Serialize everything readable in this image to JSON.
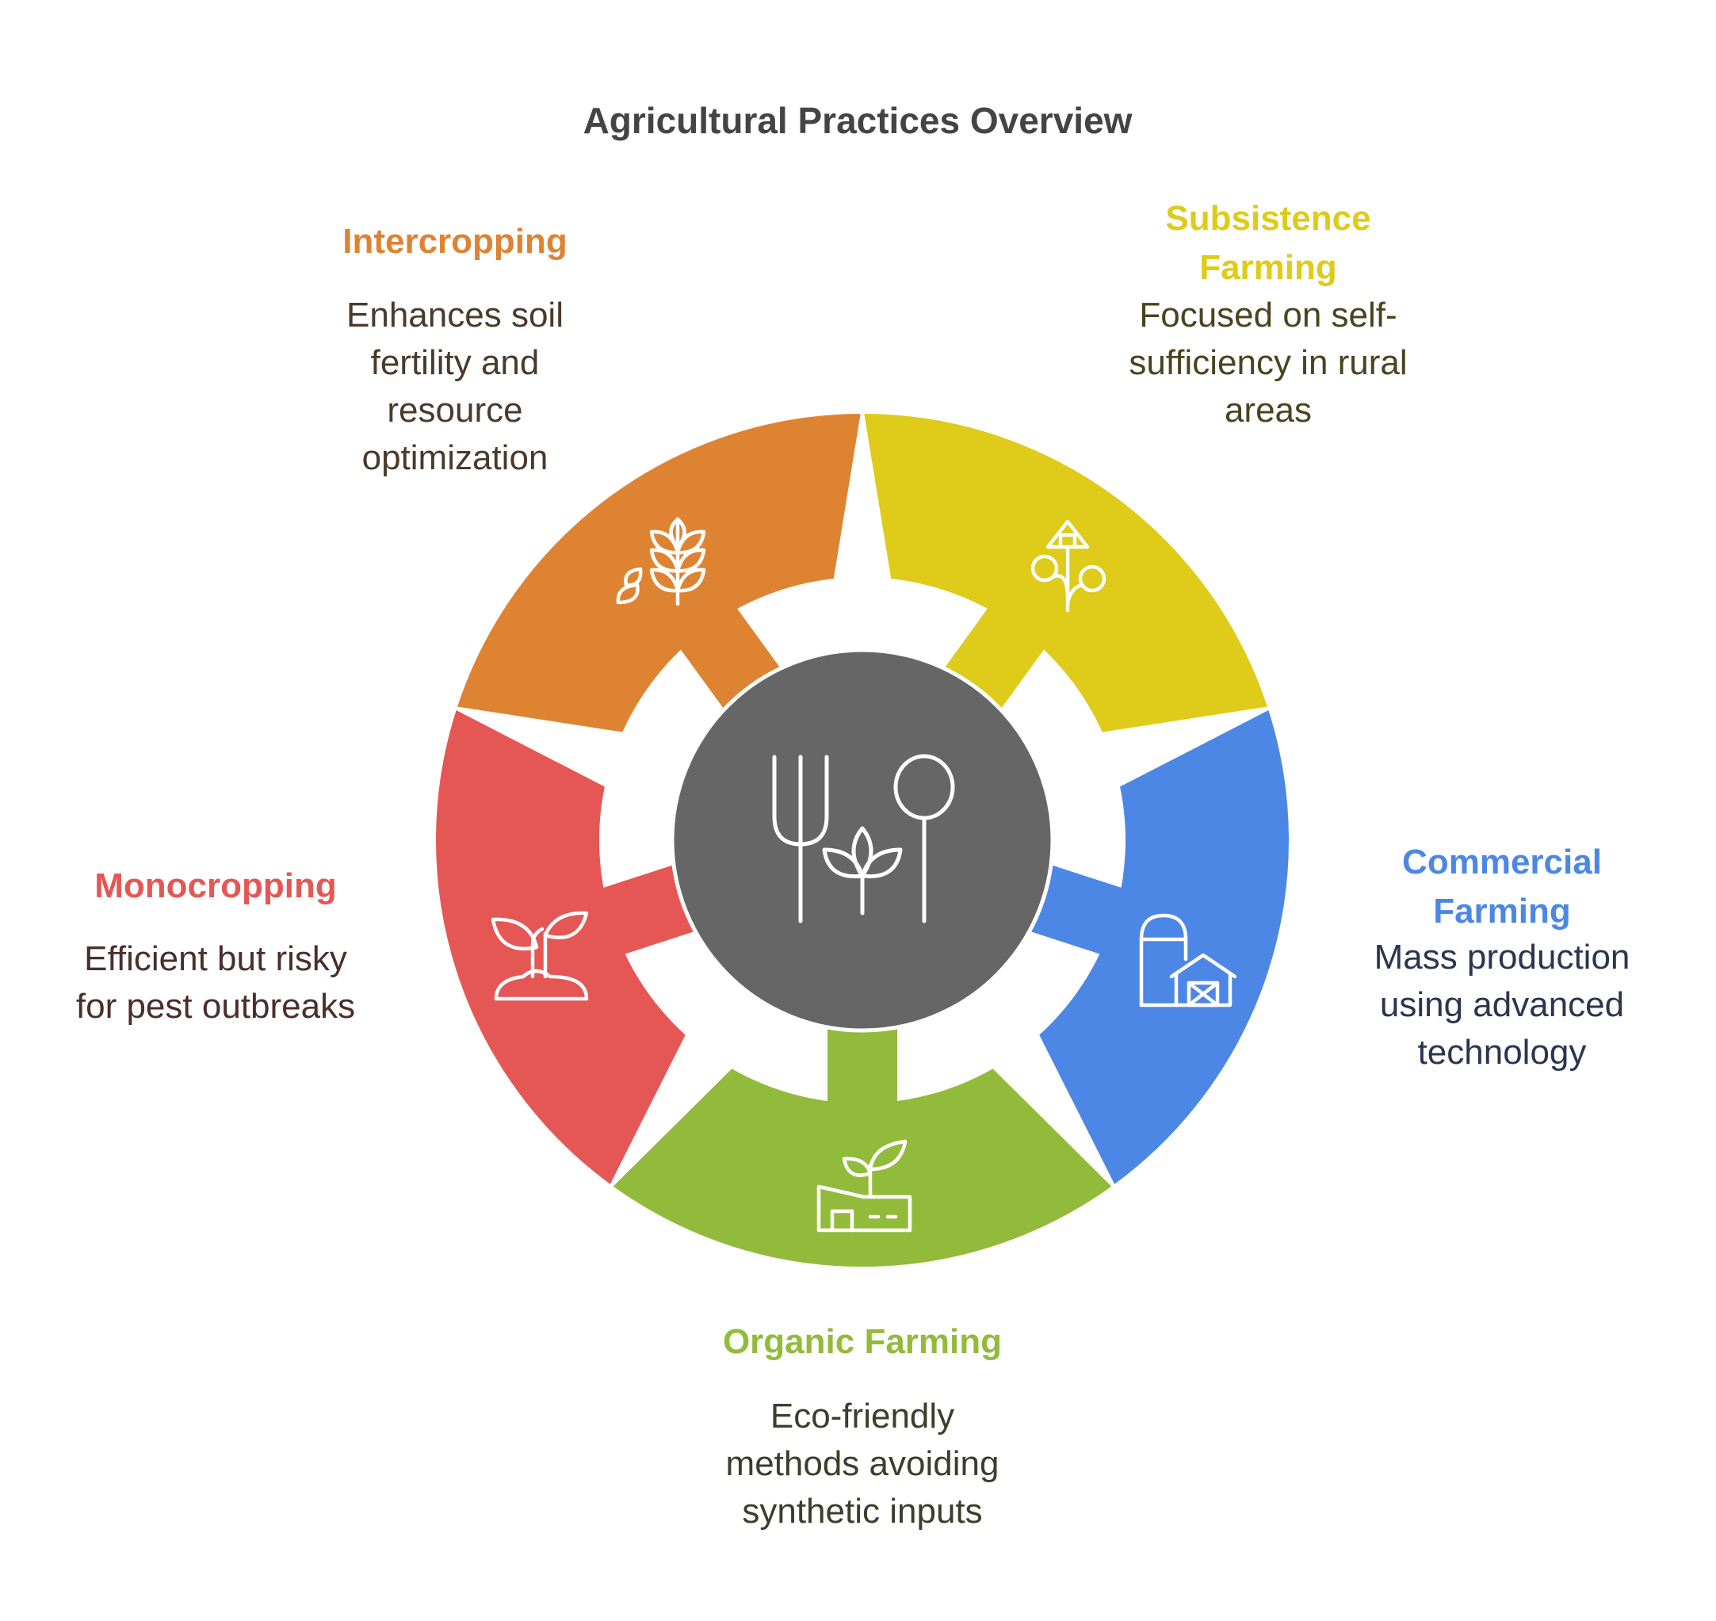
{
  "title": "Agricultural Practices Overview",
  "center": {
    "icon": "fork-spoon-sprout-icon"
  },
  "segments": [
    {
      "id": "subsistence",
      "heading": [
        "Subsistence",
        "Farming"
      ],
      "description": [
        "Focused on self-",
        "sufficiency in rural",
        "areas"
      ],
      "color": "#DECB1A",
      "desc_color": "#4A4320",
      "icon": "house-on-plant-icon"
    },
    {
      "id": "commercial",
      "heading": [
        "Commercial",
        "Farming"
      ],
      "description": [
        "Mass production",
        "using advanced",
        "technology"
      ],
      "color": "#4D87E5",
      "desc_color": "#2B3550",
      "icon": "silo-barn-icon"
    },
    {
      "id": "organic",
      "heading": [
        "Organic Farming"
      ],
      "description": [
        "Eco-friendly",
        "methods avoiding",
        "synthetic inputs"
      ],
      "color": "#92BB3B",
      "desc_color": "#3A3F2C",
      "icon": "sprout-farmhouse-icon"
    },
    {
      "id": "monocropping",
      "heading": [
        "Monocropping"
      ],
      "description": [
        "Efficient but risky",
        "for pest outbreaks"
      ],
      "color": "#E55754",
      "desc_color": "#4A2E2C",
      "icon": "seedling-soil-icon"
    },
    {
      "id": "intercropping",
      "heading": [
        "Intercropping"
      ],
      "description": [
        "Enhances soil",
        "fertility and",
        "resource",
        "optimization"
      ],
      "color": "#DE8332",
      "desc_color": "#4A3A2C",
      "icon": "wheat-leaves-icon"
    }
  ]
}
